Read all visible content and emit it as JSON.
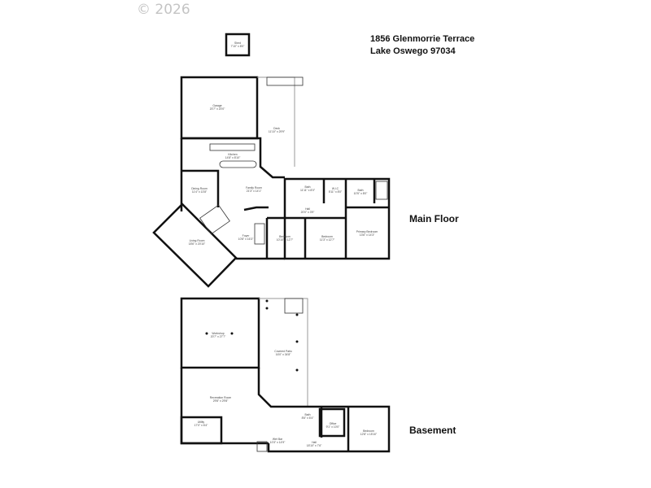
{
  "watermark": "© 2026",
  "address": {
    "line1": "1856 Glenmorrie Terrace",
    "line2": "Lake Oswego 97034"
  },
  "floors": {
    "main": {
      "label": "Main Floor",
      "rooms": [
        {
          "name": "Shed",
          "dims": "7'10\" x 8'0\""
        },
        {
          "name": "Garage",
          "dims": "20'7\" x 20'0\""
        },
        {
          "name": "Deck",
          "dims": "11'10\" x 29'9\""
        },
        {
          "name": "Kitchen",
          "dims": "14'8\" x 8'10\""
        },
        {
          "name": "Dining Room",
          "dims": "11'4\" x 13'8\""
        },
        {
          "name": "Family Room",
          "dims": "21'3\" x 14'1\""
        },
        {
          "name": "Living Room",
          "dims": "18'6\" x 20'10\""
        },
        {
          "name": "Foyer",
          "dims": "10'8\" x 16'3\""
        },
        {
          "name": "Bath",
          "dims": "11'11\" x 8'0\""
        },
        {
          "name": "W.I.C",
          "dims": "5'11\" x 8'0\""
        },
        {
          "name": "Bath",
          "dims": "10'5\" x 8'0\""
        },
        {
          "name": "Hall",
          "dims": "20'0\" x 3'9\""
        },
        {
          "name": "Bedroom",
          "dims": "10'10\" x 12'7\""
        },
        {
          "name": "Bedroom",
          "dims": "11'3\" x 12'7\""
        },
        {
          "name": "Primary Bedroom",
          "dims": "13'6\" x 14'3\""
        }
      ]
    },
    "basement": {
      "label": "Basement",
      "rooms": [
        {
          "name": "Workshop",
          "dims": "20'7\" x 27'7\""
        },
        {
          "name": "Covered Patio",
          "dims": "16'0\" x 34'8\""
        },
        {
          "name": "Recreation Room",
          "dims": "29'8\" x 29'8\""
        },
        {
          "name": "Utility",
          "dims": "17'0\" x 6'4\""
        },
        {
          "name": "Bath",
          "dims": "8'6\" x 6'4\""
        },
        {
          "name": "Wet Bar",
          "dims": "10'3\" x 14'9\""
        },
        {
          "name": "Hall",
          "dims": "18'10\" x 7'6\""
        },
        {
          "name": "Office",
          "dims": "9'1\" x 10'0\""
        },
        {
          "name": "Bedroom",
          "dims": "12'8\" x 15'10\""
        }
      ]
    }
  }
}
